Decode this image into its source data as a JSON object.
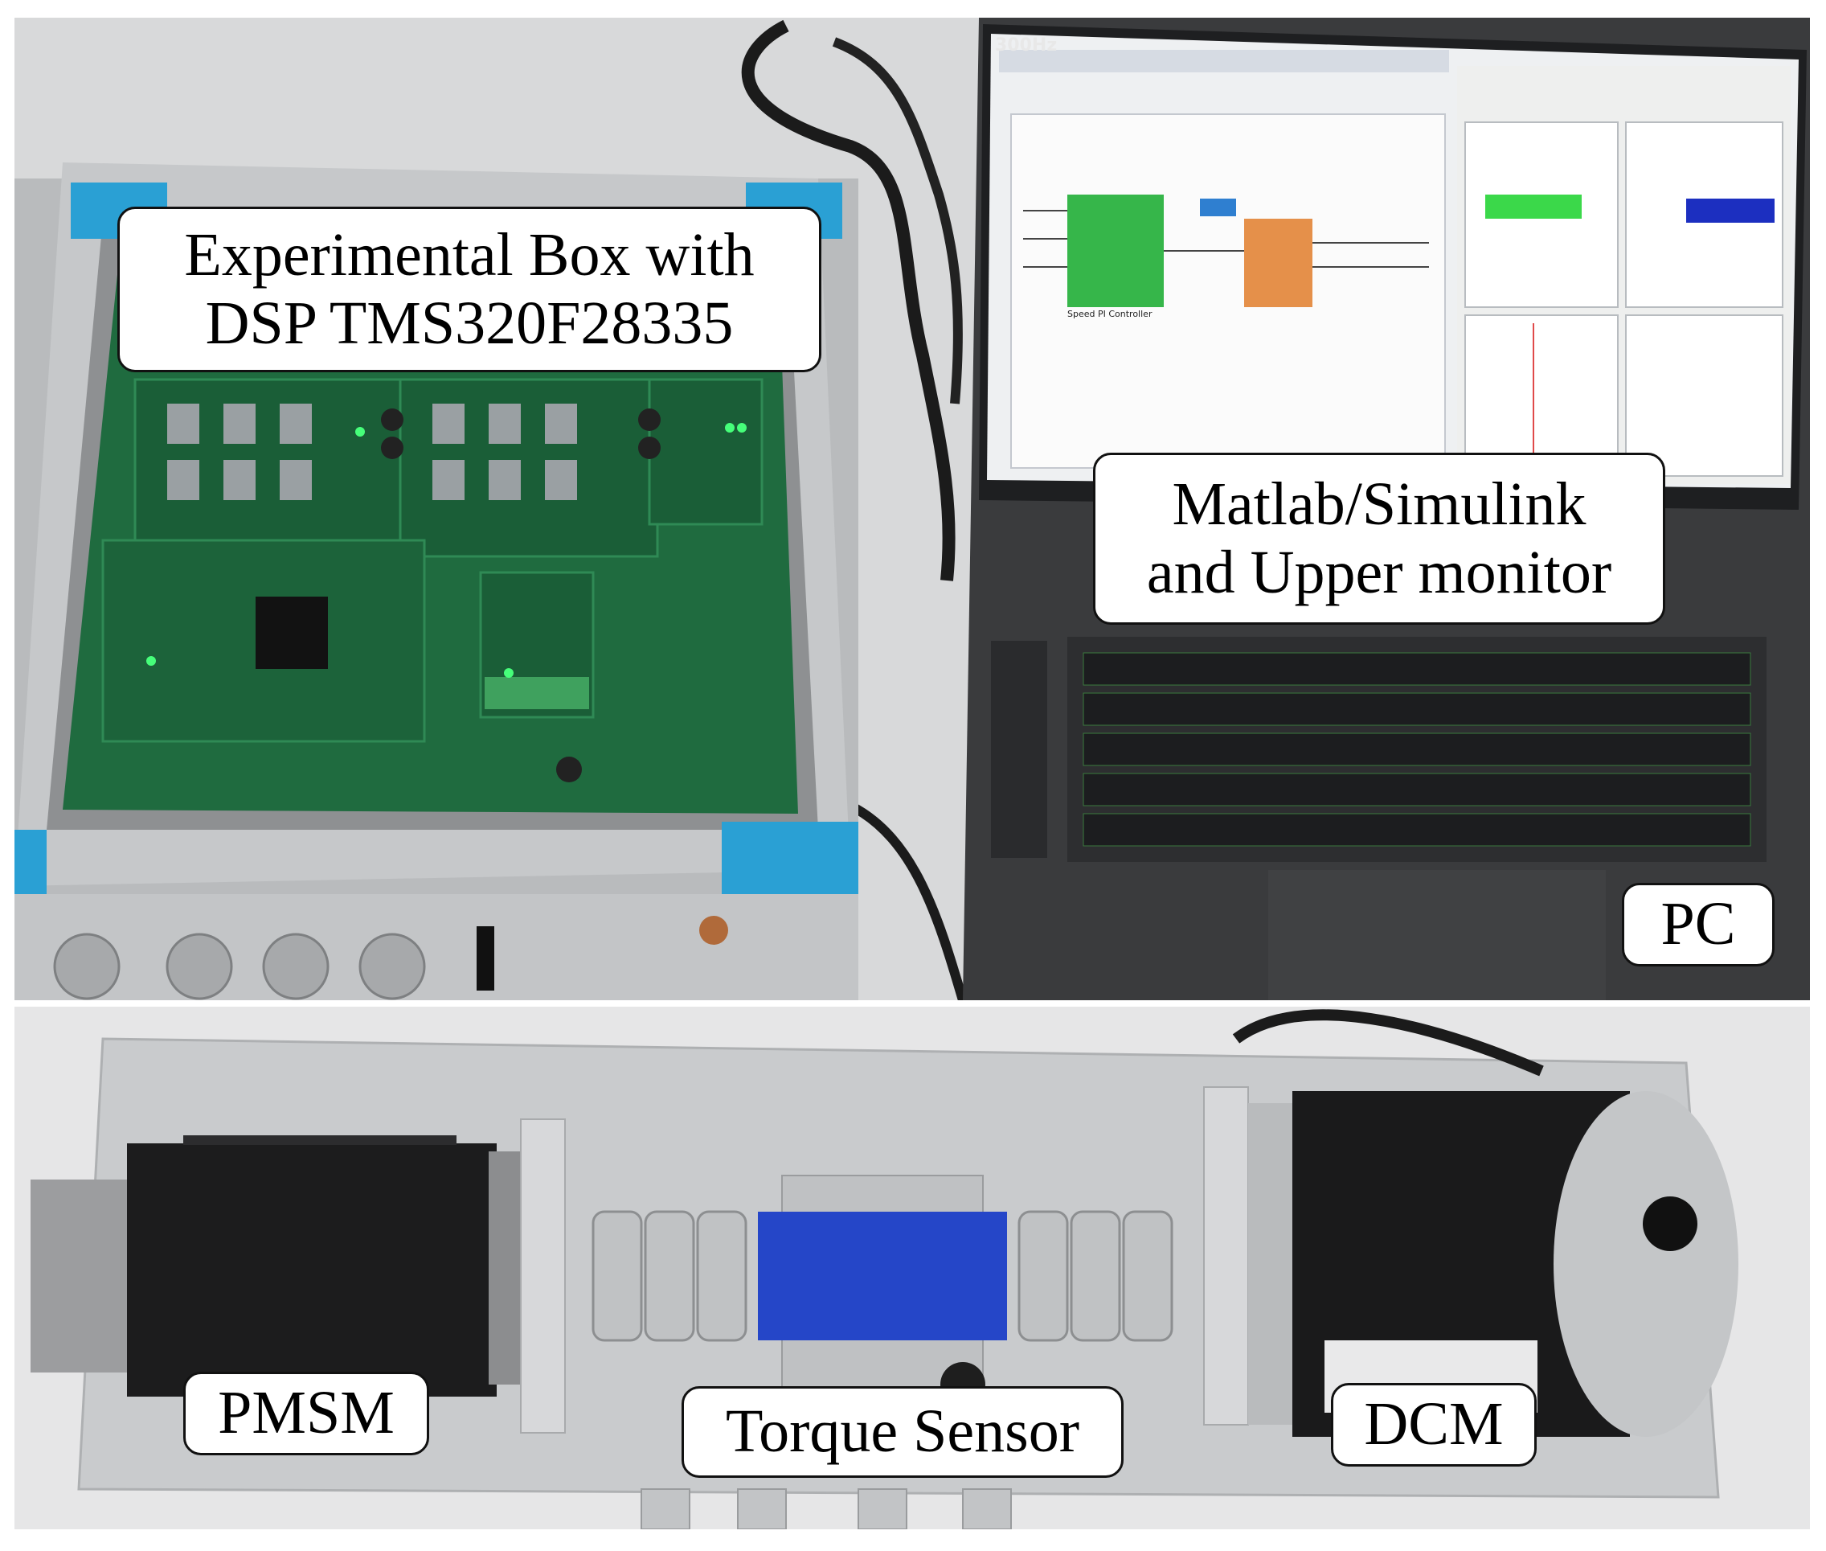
{
  "labels": {
    "experimental_box": "Experimental Box with\nDSP TMS320F28335",
    "pc_software": "Matlab/Simulink\nand Upper monitor",
    "pc": "PC",
    "pmsm": "PMSM",
    "torque_sensor": "Torque Sensor",
    "dcm": "DCM"
  },
  "screen": {
    "refresh_badge": "300Hz",
    "controller_block": "Speed PI Controller"
  },
  "colors": {
    "pcb_green": "#1f6b3f",
    "anodized_blue": "#2aa0d4",
    "aluminum": "#c9cbcd",
    "laptop_body": "#3a3b3d",
    "sensor_blue": "#2546c8",
    "motor_black": "#1a1a1b"
  }
}
